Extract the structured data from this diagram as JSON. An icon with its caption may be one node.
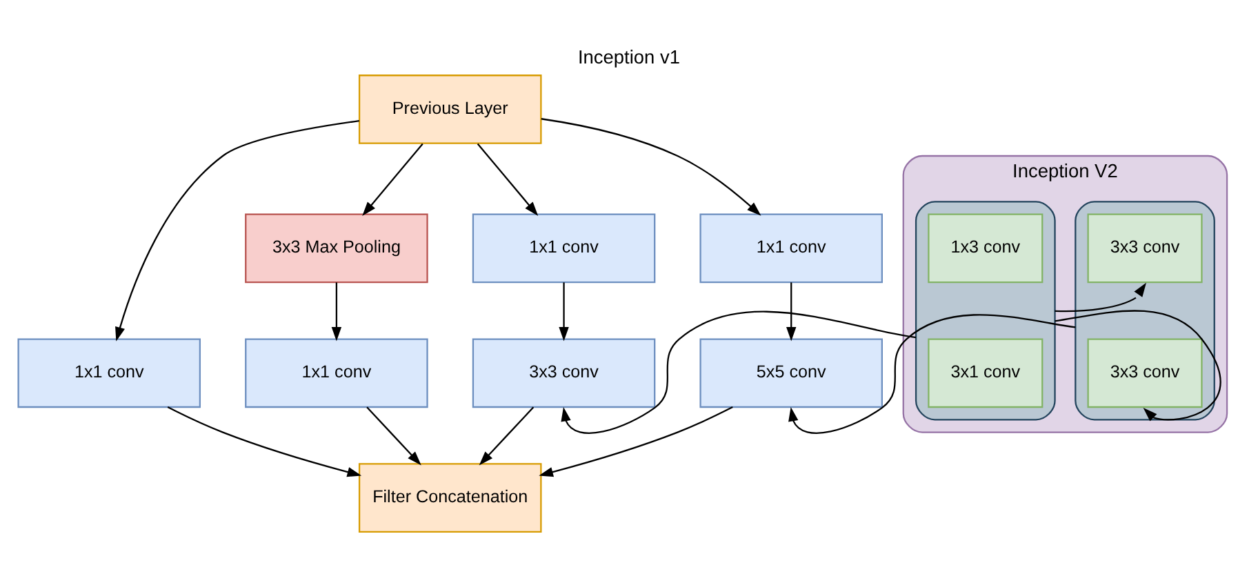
{
  "diagram": {
    "title": "Inception v1",
    "nodes": [
      {
        "text": [
          "Previous Layer"
        ]
      },
      {
        "text": [
          "1x1 conv"
        ]
      },
      {
        "text": [
          "3x3 Max Pooling"
        ]
      },
      {
        "text": [
          "1x1 conv"
        ]
      },
      {
        "text": [
          "1x1 conv"
        ]
      },
      {
        "text": [
          "1x1 conv"
        ]
      },
      {
        "text": [
          "3x3 conv"
        ]
      },
      {
        "text": [
          "5x5 conv"
        ]
      },
      {
        "text": [
          "Filter Concatenation"
        ]
      },
      {
        "text": [
          "Inception V2"
        ]
      },
      {
        "text": [],
        "shape": "box",
        "in": 9
      },
      {
        "text": [
          "3x3 conv"
        ],
        "in": 10
      },
      {
        "text": [
          "3x3 conv"
        ],
        "in": 10
      },
      {
        "text": [],
        "shape": "box",
        "in": 9
      },
      {
        "text": [
          "1x3 conv"
        ],
        "in": 13
      },
      {
        "text": [
          "3x1 conv"
        ],
        "in": 13
      }
    ],
    "edges": [
      {
        "from": 0,
        "to": 1,
        "arrow": "to"
      },
      {
        "from": 0,
        "to": 2,
        "arrow": "to"
      },
      {
        "from": 0,
        "to": 3,
        "arrow": "to"
      },
      {
        "from": 0,
        "to": 4,
        "arrow": "to"
      },
      {
        "from": 2,
        "to": 5,
        "arrow": "to"
      },
      {
        "from": 3,
        "to": 6,
        "arrow": "to"
      },
      {
        "from": 4,
        "to": 7,
        "arrow": "to"
      },
      {
        "from": 1,
        "to": 8,
        "arrow": "to"
      },
      {
        "from": 5,
        "to": 8,
        "arrow": "to"
      },
      {
        "from": 6,
        "to": 8,
        "arrow": "to"
      },
      {
        "from": 7,
        "to": 8,
        "arrow": "to"
      },
      {
        "from": 10,
        "to": 7,
        "arrow": "to"
      },
      {
        "from": 13,
        "to": 11,
        "arrow": "to"
      },
      {
        "from": 13,
        "to": 12,
        "arrow": "to"
      },
      {
        "from": 13,
        "to": 6,
        "arrow": "to"
      }
    ]
  }
}
